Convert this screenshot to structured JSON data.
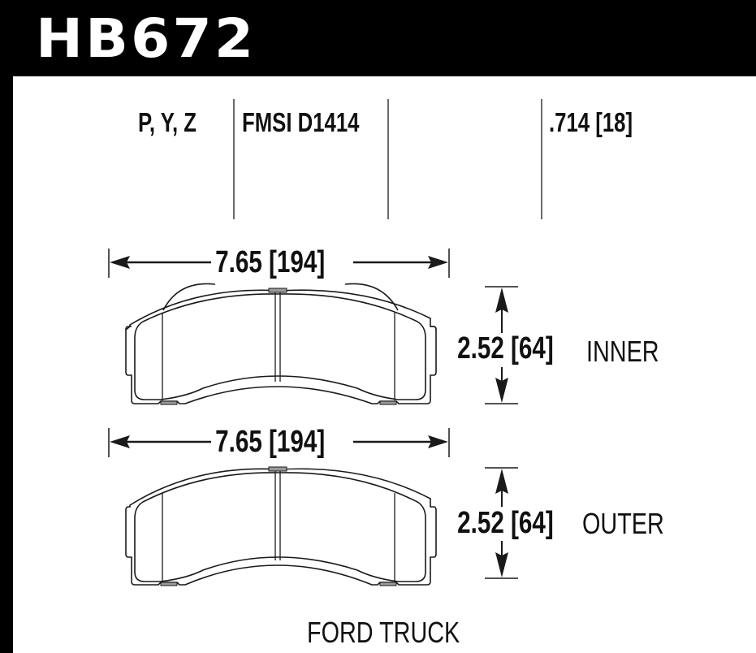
{
  "header": {
    "part_number": "HB672"
  },
  "specs": {
    "compounds": "P, Y, Z",
    "fmsi": "FMSI D1414",
    "thickness": ".714 [18]"
  },
  "inner_pad": {
    "width_label": "7.65 [194]",
    "height_label": "2.52 [64]",
    "side_label": "INNER"
  },
  "outer_pad": {
    "width_label": "7.65 [194]",
    "height_label": "2.52 [64]",
    "side_label": "OUTER"
  },
  "application": "FORD TRUCK",
  "colors": {
    "header_bg": "#000000",
    "header_text": "#ffffff",
    "line": "#1a1a1a",
    "divider": "#6b6b6b",
    "wear_tab": "#9a9a9a"
  }
}
